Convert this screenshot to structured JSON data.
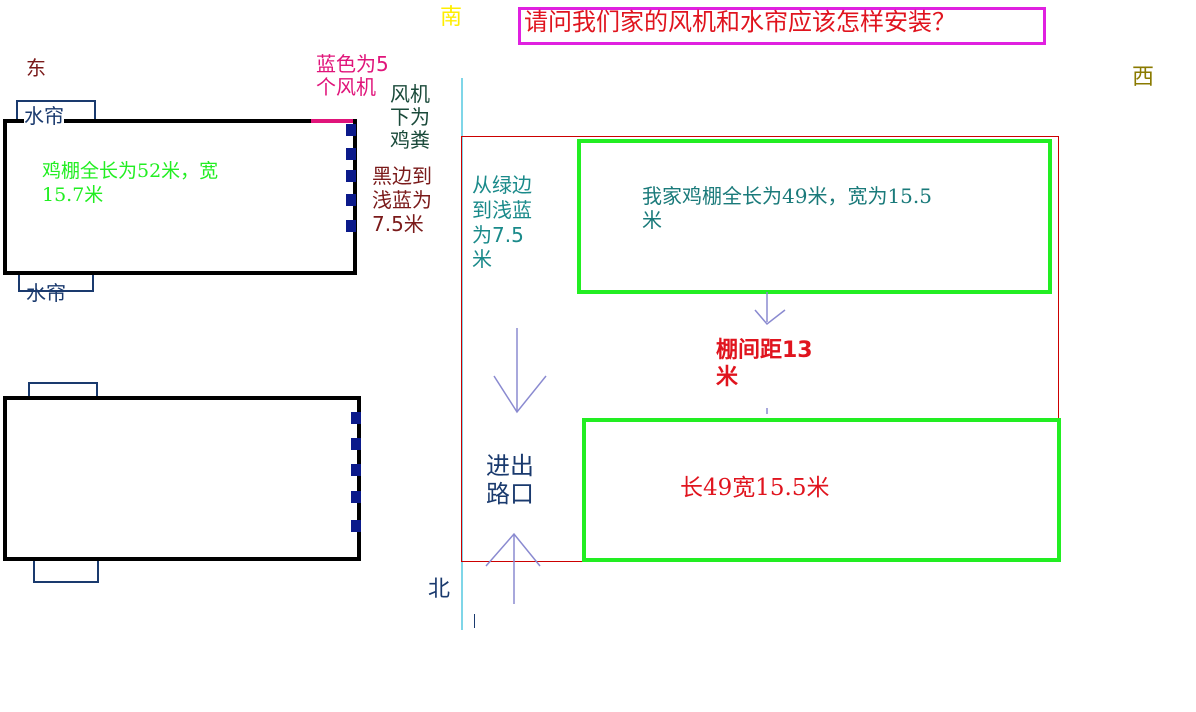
{
  "directions": {
    "south": "南",
    "north": "北",
    "east": "东",
    "west": "西"
  },
  "question": "请问我们家的风机和水帘应该怎样安装？",
  "left_shed": {
    "curtain_top": "水帘",
    "curtain_bottom": "水帘",
    "dims": [
      "鸡棚全长为52米，宽",
      "15.7米"
    ]
  },
  "fan_note": [
    "蓝色为5",
    "个风机"
  ],
  "fan_below_note": [
    "风机",
    "下为",
    "鸡粪"
  ],
  "black_edge_note": [
    "黑边到",
    "浅蓝为",
    "7.5米"
  ],
  "green_to_blue_note": [
    "从绿边",
    "到浅蓝",
    "为7.5",
    "米"
  ],
  "my_shed": {
    "dims": [
      "我家鸡棚全长为49米，宽为15.5",
      "米"
    ]
  },
  "gap": [
    "棚间距13",
    "米"
  ],
  "entrance": [
    "进出",
    "路口"
  ],
  "shed2_dims": "长49宽15.5米",
  "colors": {
    "question_border": "#e020e0",
    "question_text": "#e0141e",
    "shed_outline": "#000000",
    "green_box": "#22ee22",
    "fans": "#0b1a8a",
    "fan_line": "#e0147a",
    "red_frame": "#cc0000",
    "light_blue_line": "#7fd6e8",
    "south_label": "#ffee00",
    "west_label": "#8a7a00",
    "east_label": "#7a1a1a",
    "north_label": "#1a3a6e"
  }
}
